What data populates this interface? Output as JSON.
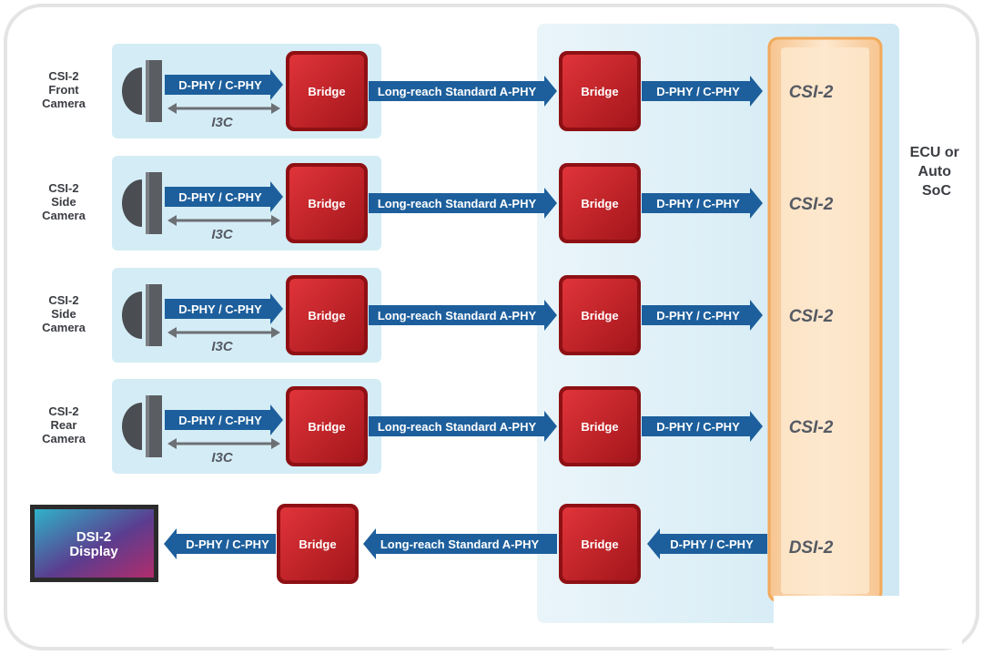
{
  "diagram": {
    "title": "",
    "ecu_label": [
      "ECU or",
      "Auto",
      "SoC"
    ],
    "cameras": [
      {
        "label": [
          "CSI-2",
          "Front",
          "Camera"
        ],
        "phy": "D-PHY / C-PHY",
        "ctrl": "I3C",
        "bridge": "Bridge",
        "link": "Long-reach Standard A-PHY",
        "bridge2": "Bridge",
        "phy2": "D-PHY / C-PHY",
        "port": "CSI-2"
      },
      {
        "label": [
          "CSI-2",
          "Side",
          "Camera"
        ],
        "phy": "D-PHY / C-PHY",
        "ctrl": "I3C",
        "bridge": "Bridge",
        "link": "Long-reach Standard A-PHY",
        "bridge2": "Bridge",
        "phy2": "D-PHY / C-PHY",
        "port": "CSI-2"
      },
      {
        "label": [
          "CSI-2",
          "Side",
          "Camera"
        ],
        "phy": "D-PHY / C-PHY",
        "ctrl": "I3C",
        "bridge": "Bridge",
        "link": "Long-reach Standard A-PHY",
        "bridge2": "Bridge",
        "phy2": "D-PHY / C-PHY",
        "port": "CSI-2"
      },
      {
        "label": [
          "CSI-2",
          "Rear",
          "Camera"
        ],
        "phy": "D-PHY / C-PHY",
        "ctrl": "I3C",
        "bridge": "Bridge",
        "link": "Long-reach Standard A-PHY",
        "bridge2": "Bridge",
        "phy2": "D-PHY / C-PHY",
        "port": "CSI-2"
      }
    ],
    "display": {
      "label": [
        "DSI-2",
        "Display"
      ],
      "phy": "D-PHY / C-PHY",
      "bridge": "Bridge",
      "link": "Long-reach Standard A-PHY",
      "bridge2": "Bridge",
      "phy2": "D-PHY / C-PHY",
      "port": "DSI-2"
    },
    "colors": {
      "arrow": "#1d5f9c",
      "bridge": "#c81f24",
      "bridge_dark": "#8e1014",
      "panel": "#d4ecf5",
      "soc_fill": "#fde3c4",
      "soc_border": "#f6b878",
      "port_text": "#555a63",
      "label_text": "#3a3d42"
    }
  }
}
